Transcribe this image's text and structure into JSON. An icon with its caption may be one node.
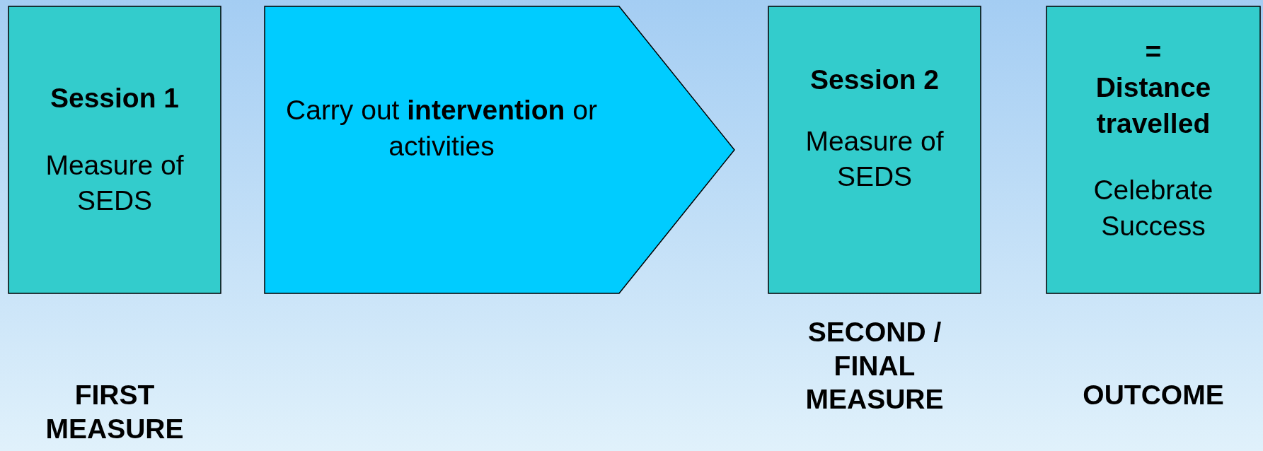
{
  "diagram": {
    "nodes": [
      {
        "text": [
          "Session 1",
          "Measure of SEDS"
        ],
        "beside": [
          "FIRST MEASURE"
        ]
      },
      {
        "text": [
          "Carry out **intervention** or activities"
        ]
      },
      {
        "text": [
          "Session 2",
          "Measure of SEDS"
        ],
        "beside": [
          "SECOND / FINAL MEASURE"
        ]
      },
      {
        "text": [
          "=",
          "Distance travelled",
          "Celebrate Success"
        ],
        "beside": [
          "OUTCOME"
        ]
      }
    ]
  }
}
